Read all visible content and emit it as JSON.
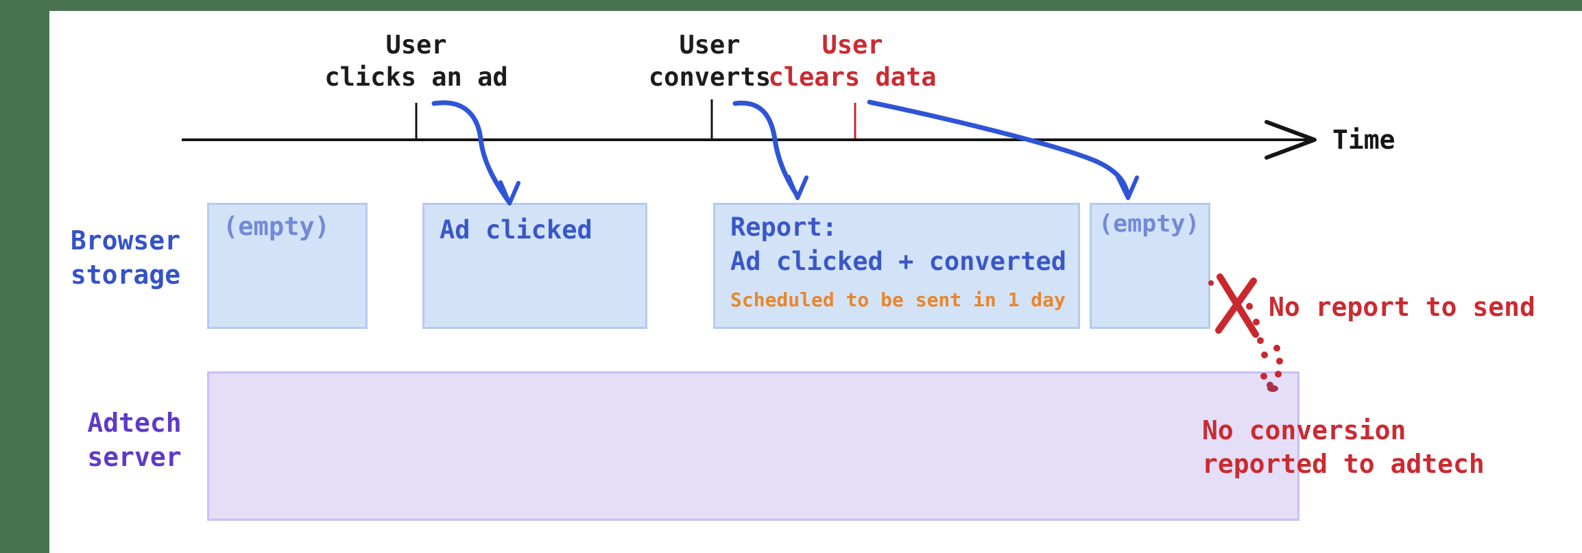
{
  "timeline": {
    "axis_label": "Time",
    "events": [
      {
        "label": "User\nclicks an ad",
        "color": "#1c1c1c"
      },
      {
        "label": "User\nconverts",
        "color": "#1c1c1c"
      },
      {
        "label": "User\nclears data",
        "color": "#CB2A31"
      }
    ]
  },
  "rows": {
    "browser_storage": {
      "label": "Browser\nstorage",
      "boxes": [
        {
          "text": "(empty)"
        },
        {
          "text": "Ad clicked"
        },
        {
          "title": "Report:",
          "subtitle": "Ad clicked + converted",
          "note": "Scheduled to be sent in 1 day"
        },
        {
          "text": "(empty)"
        }
      ]
    },
    "adtech_server": {
      "label": "Adtech\nserver"
    }
  },
  "annotations": {
    "no_report": "No report to send",
    "no_conversion": "No conversion\nreported to adtech"
  },
  "colors": {
    "frame_green": "#49724F",
    "axis_black": "#151515",
    "arrow_blue": "#2F55D6",
    "alert_red": "#C9282E",
    "alert_red_dark": "#A83148",
    "storage_fill": "#D2E3F8",
    "storage_border": "#B7CAEF",
    "storage_text_blue": "#3A57C8",
    "empty_text_blue": "#7489D6",
    "note_orange": "#E8862C",
    "server_fill": "#E4DEF8",
    "server_border": "#CBBDF2",
    "browser_label_blue": "#3453C8",
    "adtech_label_purple": "#5F3AC8"
  }
}
